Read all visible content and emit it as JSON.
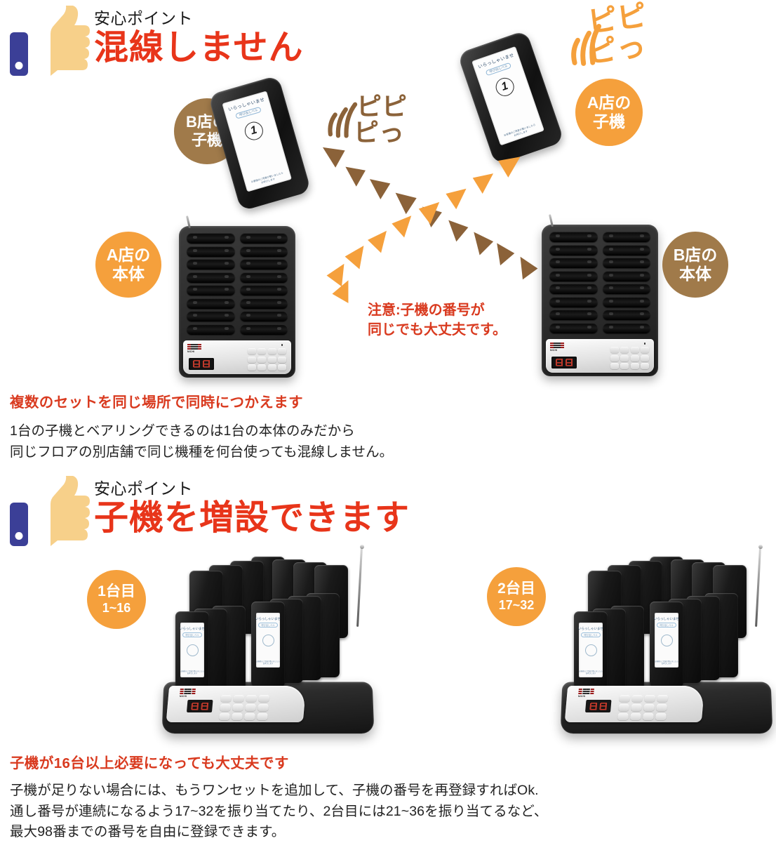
{
  "sections": [
    {
      "id": "no-crosstalk",
      "kicker": "安心ポイント",
      "headline": "混線しません",
      "badges": {
        "b_pager": {
          "line1": "B店の",
          "line2": "子機"
        },
        "a_pager": {
          "line1": "A店の",
          "line2": "子機"
        },
        "a_base": {
          "line1": "A店の",
          "line2": "本体"
        },
        "b_base": {
          "line1": "B店の",
          "line2": "本体"
        }
      },
      "sfx": {
        "line1": "ピピ",
        "line2": "ピっ"
      },
      "warning": {
        "line1": "注意:子機の番号が",
        "line2": "同じでも大丈夫です。"
      },
      "red_sub": "複数のセットを同じ場所で同時につかえます",
      "body": [
        "1台の子機とベアリングできるのは1台の本体のみだから",
        "同じフロアの別店舗で同じ機種を何台使っても混線しません。"
      ]
    },
    {
      "id": "expandable",
      "kicker": "安心ポイント",
      "headline": "子機を増設できます",
      "badges": {
        "unit1": {
          "line1": "1台目",
          "line2": "1~16"
        },
        "unit2": {
          "line1": "2台目",
          "line2": "17~32"
        }
      },
      "red_sub": "子機が16台以上必要になっても大丈夫です",
      "body": [
        "子機が足りない場合には、もうワンセットを追加して、子機の番号を再登録すればOk.",
        "通し番号が連続になるよう17~32を振り当てたり、2台目には21~36を振り当てるなど、",
        "最大98番までの番号を自由に登録できます。"
      ]
    }
  ],
  "pager_screen": {
    "greeting": "いらっしゃいませ",
    "pill": "呼び出しベル",
    "number": "1",
    "footer_line1": "お客様のご用意が整いましたら",
    "footer_line2": "お呼びします"
  },
  "device": {
    "brand": "NICHI",
    "led_value": "88"
  },
  "colors": {
    "red": "#E8351A",
    "red_sub": "#D93A1F",
    "orange": "#F5A03C",
    "brown": "#A07A4A",
    "sfx_brown": "#8B6239",
    "navy": "#3B3F97",
    "skin": "#F7D08A"
  }
}
